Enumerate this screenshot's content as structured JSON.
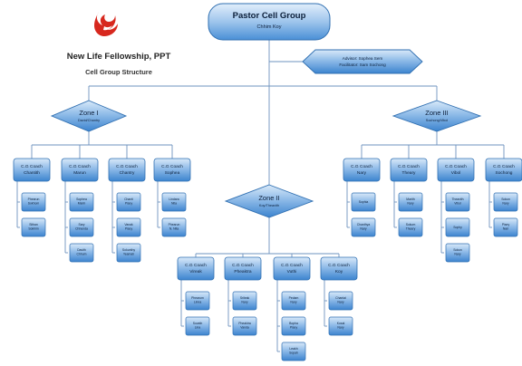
{
  "header": {
    "org_name": "New Life Fellowship, PPT",
    "subtitle": "Cell Group Structure",
    "logo_icon": "dove-flame-logo",
    "accent_color": "#d7281e"
  },
  "colors": {
    "box_fill_top": "#cfe2f6",
    "box_fill_bottom": "#3f88d2",
    "box_stroke": "#2f6fb1",
    "line": "#6e93bf",
    "text": "#0c1f3a"
  },
  "root": {
    "title": "Pastor Cell Group",
    "subtitle": "Chhim Koy"
  },
  "advisor": {
    "line1": "Advisor: Sophea Sem",
    "line2": "Facilitator: Sam Sochong"
  },
  "zones": [
    {
      "id": "zone1",
      "title": "Zone I",
      "subtitle": "David/Chantry",
      "coaches": [
        {
          "title": "C.G Coach",
          "name": "Chantith",
          "leaders": [
            "Phearun Sokhom",
            "Sithan Sokhim"
          ]
        },
        {
          "title": "C.G Coach",
          "name": "Marun",
          "leaders": [
            "Sophea Marin",
            "Sary Chhenda",
            "Davith Chhum"
          ]
        },
        {
          "title": "C.G Coach",
          "name": "Chantry",
          "leaders": [
            "Chanti Pisey",
            "Vanak Pisey",
            "Sokunthy Yeamah"
          ]
        },
        {
          "title": "C.G Coach",
          "name": "Sophea",
          "leaders": [
            "Lindara Nita",
            "Phearun N. Nita"
          ]
        }
      ]
    },
    {
      "id": "zone2",
      "title": "Zone II",
      "subtitle": "Koy/Theavith",
      "coaches": [
        {
          "title": "C.G Coach",
          "name": "Vireak",
          "leaders": [
            "Phearum Linna",
            "Sovath Lina"
          ]
        },
        {
          "title": "C.G Coach",
          "name": "Pheaktra",
          "leaders": [
            "Srileak Nary",
            "Pheaktra Vanda"
          ]
        },
        {
          "title": "C.G Coach",
          "name": "Vuthi",
          "leaders": [
            "Pedam Nary",
            "Bopha Pisey",
            "Leakh Sopah"
          ]
        },
        {
          "title": "C.G Coach",
          "name": "Koy",
          "leaders": [
            "Chantai Nary",
            "Kosal Nary"
          ]
        }
      ]
    },
    {
      "id": "zone3",
      "title": "Zone III",
      "subtitle": "Sochong/Vibol",
      "coaches": [
        {
          "title": "C.G Coach",
          "name": "Nary",
          "leaders": [
            "Sophia",
            "Chanthya Nary"
          ]
        },
        {
          "title": "C.G Coach",
          "name": "Theary",
          "leaders": [
            "Marith Nary",
            "Sokum Theary"
          ]
        },
        {
          "title": "C.G Coach",
          "name": "Vibol",
          "leaders": [
            "Theavith Vibol",
            "Sophy",
            "Sokun Nary"
          ]
        },
        {
          "title": "C.G Coach",
          "name": "Sochong",
          "leaders": [
            "Sokun Nary",
            "Pisey Nari"
          ]
        }
      ]
    }
  ]
}
